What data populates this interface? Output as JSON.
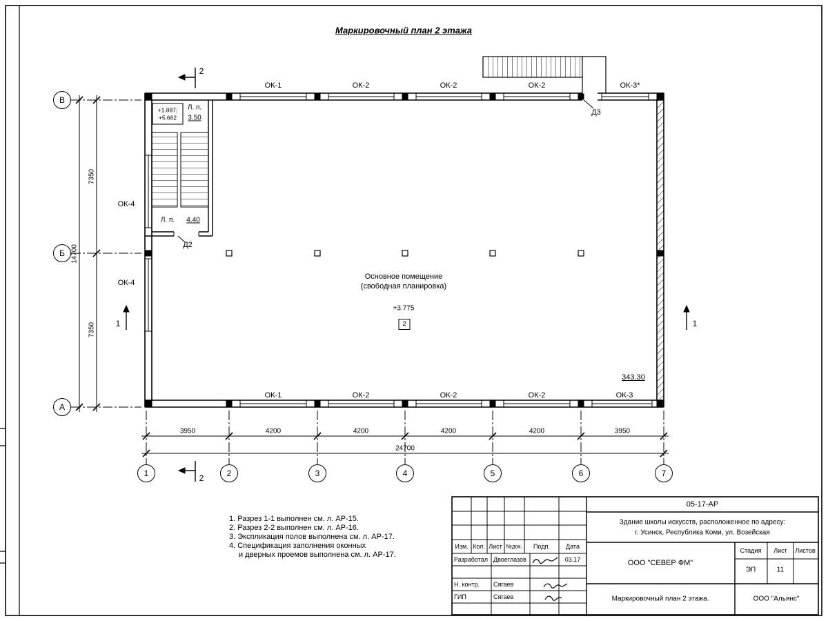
{
  "title": "Маркировочный план 2 этажа",
  "plan": {
    "room": {
      "line1": "Основное помещение",
      "line2": "(свободная планировка)",
      "level": "+3.775",
      "number": "2",
      "mark": "343.30"
    },
    "axes": {
      "rows": [
        "В",
        "Б",
        "А"
      ],
      "cols": [
        "1",
        "2",
        "3",
        "4",
        "5",
        "6",
        "7"
      ]
    },
    "windows": {
      "top": [
        "ОК-1",
        "ОК-2",
        "ОК-2",
        "ОК-2",
        "ОК-3*"
      ],
      "bottom": [
        "ОК-1",
        "ОК-2",
        "ОК-2",
        "ОК-2",
        "ОК-3"
      ],
      "left": [
        "ОК-4",
        "ОК-4"
      ]
    },
    "doors": {
      "d2": "Д2",
      "d3": "Д3"
    },
    "stair": {
      "level_upper": "+1.887;",
      "level_lower": "+5.662",
      "lp": "Л. п.",
      "lp_upper": "3.50",
      "lp_lower": "4.40"
    },
    "sections": {
      "s1": "1",
      "s2": "2"
    },
    "dims": {
      "bottom": [
        "3950",
        "4200",
        "4200",
        "4200",
        "4200",
        "3950"
      ],
      "bottom_total": "24700",
      "left": [
        "7350",
        "7350"
      ],
      "left_total": "14700"
    }
  },
  "notes": [
    "1. Разрез 1-1 выполнен см. л. АР-15.",
    "2. Разрез 2-2 выполнен см. л. АР-16.",
    "3. Экспликация полов выполнена см. л. АР-17.",
    "4. Спецификация заполнения оконных",
    "и дверных проемов выполнена см. л. АР-17."
  ],
  "titleblock": {
    "doc_number": "05-17-АР",
    "project_line1": "Здание школы искусств, расположенное по адресу:",
    "project_line2": "г. Усинск, Республика Коми, ул. Возейская",
    "header_cols": [
      "Изм.",
      "Кол.",
      "Лист",
      "№док.",
      "Подп.",
      "Дата"
    ],
    "rows": [
      {
        "role": "Разработал",
        "name": "Двоеглазов",
        "date": "03.17"
      },
      {
        "role": "Н. контр.",
        "name": "Сягаев",
        "date": ""
      },
      {
        "role": "ГИП",
        "name": "Сягаев",
        "date": ""
      }
    ],
    "company": "ООО \"СЕВЕР ФМ\"",
    "stage_label": "Стадия",
    "sheet_label": "Лист",
    "sheets_label": "Листов",
    "stage_value": "ЭП",
    "sheet_value": "11",
    "sheet_title": "Маркировочный план 2 этажа.",
    "contractor": "ООО \"Альянс\""
  }
}
